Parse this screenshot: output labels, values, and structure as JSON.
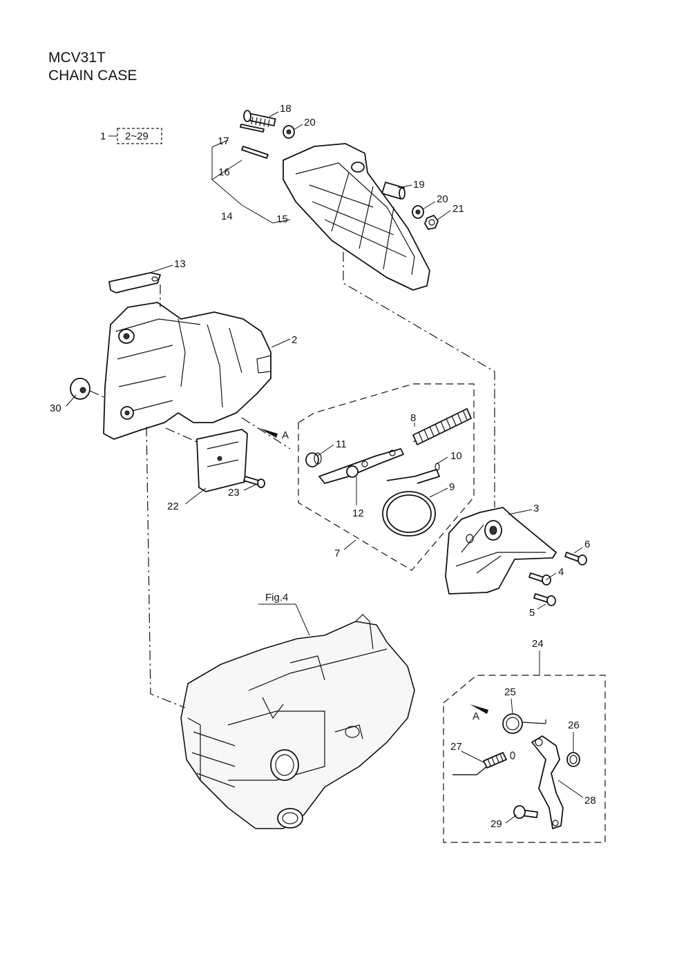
{
  "header": {
    "model": "MCV31T",
    "section": "CHAIN CASE"
  },
  "assembly_ref": {
    "number": "1",
    "range": "2~29"
  },
  "callouts": [
    {
      "id": "c2",
      "label": "2"
    },
    {
      "id": "c3",
      "label": "3"
    },
    {
      "id": "c4",
      "label": "4"
    },
    {
      "id": "c5",
      "label": "5"
    },
    {
      "id": "c6",
      "label": "6"
    },
    {
      "id": "c7",
      "label": "7"
    },
    {
      "id": "c8",
      "label": "8"
    },
    {
      "id": "c9",
      "label": "9"
    },
    {
      "id": "c10",
      "label": "10"
    },
    {
      "id": "c11",
      "label": "11"
    },
    {
      "id": "c12",
      "label": "12"
    },
    {
      "id": "c13",
      "label": "13"
    },
    {
      "id": "c14",
      "label": "14"
    },
    {
      "id": "c15",
      "label": "15"
    },
    {
      "id": "c16",
      "label": "16"
    },
    {
      "id": "c17",
      "label": "17"
    },
    {
      "id": "c18",
      "label": "18"
    },
    {
      "id": "c19",
      "label": "19"
    },
    {
      "id": "c20a",
      "label": "20"
    },
    {
      "id": "c20b",
      "label": "20"
    },
    {
      "id": "c21",
      "label": "21"
    },
    {
      "id": "c22",
      "label": "22"
    },
    {
      "id": "c23",
      "label": "23"
    },
    {
      "id": "c24",
      "label": "24"
    },
    {
      "id": "c25",
      "label": "25"
    },
    {
      "id": "c26",
      "label": "26"
    },
    {
      "id": "c27",
      "label": "27"
    },
    {
      "id": "c28",
      "label": "28"
    },
    {
      "id": "c29",
      "label": "29"
    },
    {
      "id": "c30",
      "label": "30"
    }
  ],
  "view_markers": {
    "a_main": "A",
    "a_detail": "A"
  },
  "figure_reference": "Fig.4"
}
